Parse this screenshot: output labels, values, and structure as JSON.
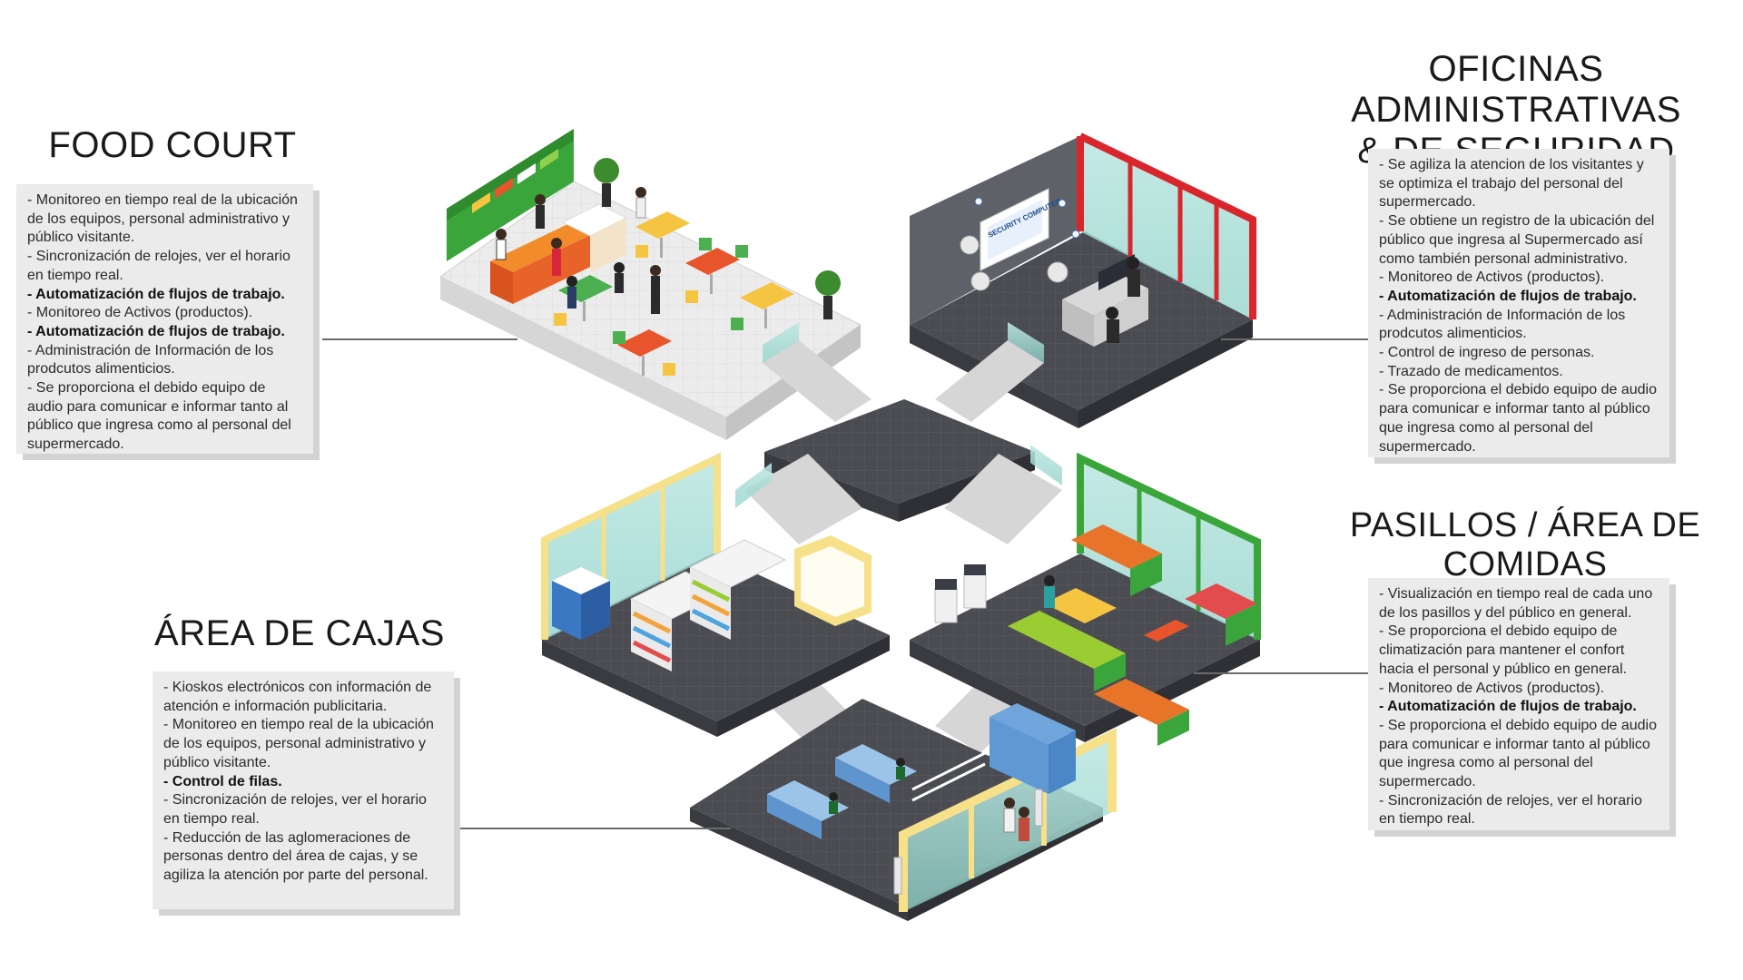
{
  "sections": {
    "food_court": {
      "title": "FOOD COURT",
      "items": [
        {
          "text": "- Monitoreo en tiempo real de la ubicación de los equipos, personal administrativo y público visitante.",
          "bold": false
        },
        {
          "text": "- Sincronización de relojes, ver el horario en tiempo real.",
          "bold": false
        },
        {
          "text": "- Automatización de flujos de trabajo.",
          "bold": true
        },
        {
          "text": "- Monitoreo de Activos (productos).",
          "bold": false
        },
        {
          "text": "- Automatización de flujos de trabajo.",
          "bold": true
        },
        {
          "text": "- Administración de Información de los prodcutos alimenticios.",
          "bold": false
        },
        {
          "text": "- Se proporciona el debido equipo de audio para comunicar e informar tanto al público que ingresa como al personal del supermercado.",
          "bold": false
        }
      ]
    },
    "oficinas": {
      "title_line1": "OFICINAS ADMINISTRATIVAS",
      "title_line2": "& DE SEGURIDAD",
      "items": [
        {
          "text": "- Se agiliza la atencion de los visitantes y se optimiza el trabajo del personal del supermercado.",
          "bold": false
        },
        {
          "text": "- Se obtiene un registro de la ubicación del público que ingresa al Supermercado así como también personal administrativo.",
          "bold": false
        },
        {
          "text": "- Monitoreo de Activos (productos).",
          "bold": false
        },
        {
          "text": "- Automatización de flujos de trabajo.",
          "bold": true
        },
        {
          "text": "- Administración de Información de los prodcutos alimenticios.",
          "bold": false
        },
        {
          "text": "- Control de ingreso de personas.",
          "bold": false
        },
        {
          "text": "- Trazado de medicamentos.",
          "bold": false
        },
        {
          "text": "- Se proporciona el debido equipo de audio para comunicar e informar tanto al público que ingresa como al personal del supermercado.",
          "bold": false
        }
      ]
    },
    "pasillos": {
      "title": "PASILLOS / ÁREA DE COMIDAS",
      "items": [
        {
          "text": "- Visualización en tiempo real de cada uno de los pasillos y del público en general.",
          "bold": false
        },
        {
          "text": "- Se proporciona el debido equipo de climatización para mantener el confort hacia el personal y público en general.",
          "bold": false
        },
        {
          "text": "- Monitoreo de Activos (productos).",
          "bold": false
        },
        {
          "text": "- Automatización de flujos de trabajo.",
          "bold": true
        },
        {
          "text": "- Se proporciona el debido equipo de audio para comunicar e informar tanto al público que ingresa como al personal del supermercado.",
          "bold": false
        },
        {
          "text": "- Sincronización de relojes, ver el horario en tiempo real.",
          "bold": false
        }
      ]
    },
    "cajas": {
      "title": "ÁREA DE CAJAS",
      "items": [
        {
          "text": "- Kioskos electrónicos con información de atención e información publicitaria.",
          "bold": false
        },
        {
          "text": "- Monitoreo en tiempo real de la ubicación de los equipos, personal administrativo y público visitante.",
          "bold": false
        },
        {
          "text": "- Control de filas.",
          "bold": true
        },
        {
          "text": "- Sincronización de relojes, ver el horario en tiempo real.",
          "bold": false
        },
        {
          "text": "- Reducción de las aglomeraciones de personas dentro del área de cajas, y se agiliza la atención por parte del personal.",
          "bold": false
        }
      ]
    }
  },
  "diagram_labels": {
    "security_screen": "SECURITY COMPUTER"
  },
  "colors": {
    "floor": "#4a4c52",
    "floor_light": "#e9e9e9",
    "green_wall": "#3aa53a",
    "red_wall": "#d8262c",
    "yellow_frame": "#f6e08a",
    "glass": "#a9dcd6",
    "connector": "#6a6a6a",
    "box_bg": "#ebebeb"
  }
}
